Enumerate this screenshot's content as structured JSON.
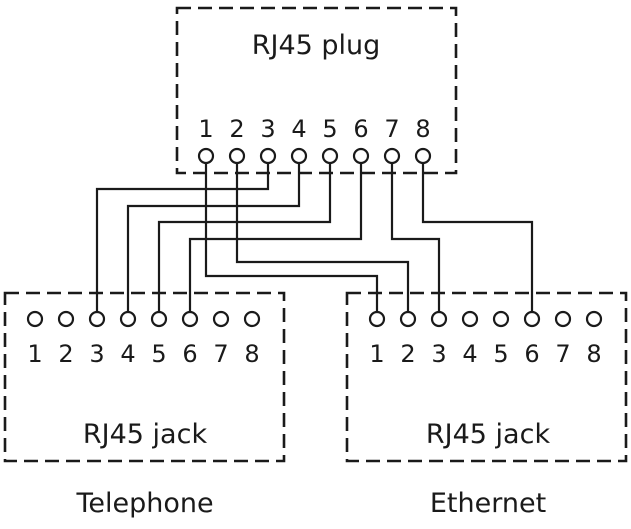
{
  "plug": {
    "title": "RJ45 plug",
    "pins": [
      "1",
      "2",
      "3",
      "4",
      "5",
      "6",
      "7",
      "8"
    ]
  },
  "telephone_jack": {
    "title": "RJ45 jack",
    "caption": "Telephone",
    "pins": [
      "1",
      "2",
      "3",
      "4",
      "5",
      "6",
      "7",
      "8"
    ]
  },
  "ethernet_jack": {
    "title": "RJ45 jack",
    "caption": "Ethernet",
    "pins": [
      "1",
      "2",
      "3",
      "4",
      "5",
      "6",
      "7",
      "8"
    ]
  },
  "connections": [
    {
      "plug_pin": 1,
      "jack": "ethernet",
      "jack_pin": 1
    },
    {
      "plug_pin": 2,
      "jack": "ethernet",
      "jack_pin": 2
    },
    {
      "plug_pin": 3,
      "jack": "telephone",
      "jack_pin": 3
    },
    {
      "plug_pin": 4,
      "jack": "telephone",
      "jack_pin": 4
    },
    {
      "plug_pin": 5,
      "jack": "telephone",
      "jack_pin": 5
    },
    {
      "plug_pin": 6,
      "jack": "telephone",
      "jack_pin": 6
    },
    {
      "plug_pin": 7,
      "jack": "ethernet",
      "jack_pin": 3
    },
    {
      "plug_pin": 8,
      "jack": "ethernet",
      "jack_pin": 6
    }
  ],
  "colors": {
    "ink": "#1a1a1a",
    "background": "#ffffff"
  }
}
